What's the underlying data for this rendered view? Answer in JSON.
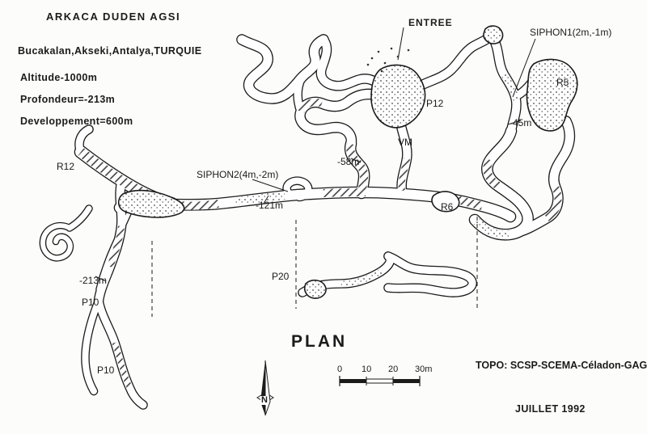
{
  "header": {
    "title": "ARKACA DUDEN AGSI",
    "location": "Bucakalan,Akseki,Antalya,TURQUIE",
    "altitude": "Altitude-1000m",
    "depth": "Profondeur=-213m",
    "development": "Developpement=600m"
  },
  "labels": {
    "entree": "ENTREE",
    "siphon1": "SIPHON1(2m,-1m)",
    "siphon2": "SIPHON2(4m,-2m)",
    "r5": "R5",
    "r6": "R6",
    "r12": "R12",
    "p12": "P12",
    "p20": "P20",
    "p10_upper": "P10",
    "p10_lower": "P10",
    "vm": "VM",
    "d45": "-45m",
    "d58": "-58m",
    "d121": "-121m",
    "d213": "-213m"
  },
  "plan_label": "PLAN",
  "scale": {
    "t0": "0",
    "t10": "10",
    "t20": "20",
    "t30": "30m"
  },
  "compass": {
    "north": "N"
  },
  "footer": {
    "topo": "TOPO: SCSP-SCEMA-Céladon-GAG",
    "date": "JUILLET 1992"
  },
  "colors": {
    "ink": "#1b1b1b",
    "paper": "#fcfcfa"
  }
}
